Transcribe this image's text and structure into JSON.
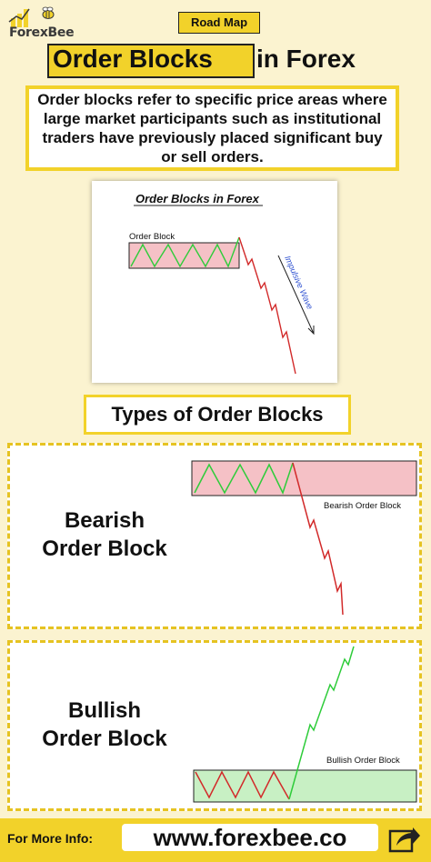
{
  "header": {
    "logo_text": "ForexBee",
    "tag": "Road Map",
    "title_highlight": "Order Blocks",
    "title_rest": "in Forex"
  },
  "description": "Order blocks refer to specific price areas where large market participants such as institutional traders have previously placed significant buy or sell orders.",
  "diagram": {
    "title": "Order Blocks in Forex",
    "block_label": "Order Block",
    "wave_label": "Impulsive Wave"
  },
  "types_heading": "Types of Order Blocks",
  "bearish": {
    "label_line1": "Bearish",
    "label_line2": "Order Block",
    "chart_label": "Bearish Order Block"
  },
  "bullish": {
    "label_line1": "Bullish",
    "label_line2": "Order Block",
    "chart_label": "Bullish Order Block"
  },
  "footer": {
    "info_label": "For More Info:",
    "url": "www.forexbee.co"
  },
  "colors": {
    "yellow": "#f2d22a",
    "bear_zone": "#f5c1c6",
    "bull_zone": "#c8f0c4",
    "bear_line": "#d22a2a",
    "bull_line": "#2ecc3a"
  },
  "icons": [
    "bee-logo-icon",
    "share-icon"
  ]
}
